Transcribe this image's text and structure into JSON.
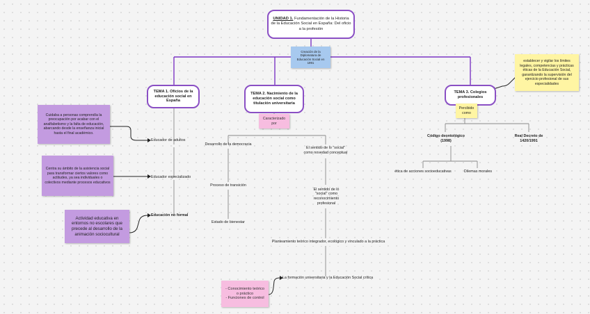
{
  "unit": {
    "label": "UNIDAD 1.",
    "title": "Fundamentación de la Historia de la Educación Social en España: Del oficio a la profesión"
  },
  "blue_note": "Creación de la Diplomatura de Educación Social en 1991",
  "temas": {
    "t1": "TEMA 1. Oficios de la educación social en España",
    "t2": "TEMA 2. Nacimiento de la educación social como titulación universitaria",
    "t3": "TEMA 3. Colegios profesionales"
  },
  "pink_caracterizado": "Caracterizado por",
  "yellow_percibido": "Percibido como",
  "purple_notes": {
    "n1": "Cuidaba a personas comprendía la preocupación por acabar con el analfabetismo y la falta de educación, abarcando desde la enseñanza inicial hasta el final académico.",
    "n2": "Centra su ámbito de la asistencia social para transformar ciertos valores como actitudes, ya sea individuales o colectivos mediante procesos educativos",
    "n3": "Actividad educativa en entornos no escolares que precede al desarrollo de la animación sociocultural"
  },
  "yellow_note": "establecer y vigilar los límites legales, competencias y prácticas éticas de la Educación Social, garantizando la supervisión del ejercicio profesional de sus especialidades",
  "left_items": {
    "a": "Educador de adultos",
    "b": "Educador especializado",
    "c": "Educación no formal"
  },
  "mid_items": {
    "desarrollo": "Desarrollo de la democracia",
    "proceso": "Proceso de transición",
    "estado": "Estado de bienestar",
    "sentido1": "El sentido de lo \"social\" como novedad conceptual",
    "sentido2": "El sentido de lo \"social\" como reconocimiento profesional",
    "planteamiento": "Planteamiento teórico integrador, ecológico y vinculado a la práctica",
    "formacion": "La formación universitaria y la Educación Social crítica"
  },
  "pink_bottom": "- Conocimiento teórico o práctico\n- Funciones de control",
  "right_items": {
    "codigo": "Código deontológico (1998)",
    "real": "Real Decreto de 1420/1991",
    "etica": "ética de acciones socioeducativas",
    "dilemas": "Dilemas morales"
  }
}
